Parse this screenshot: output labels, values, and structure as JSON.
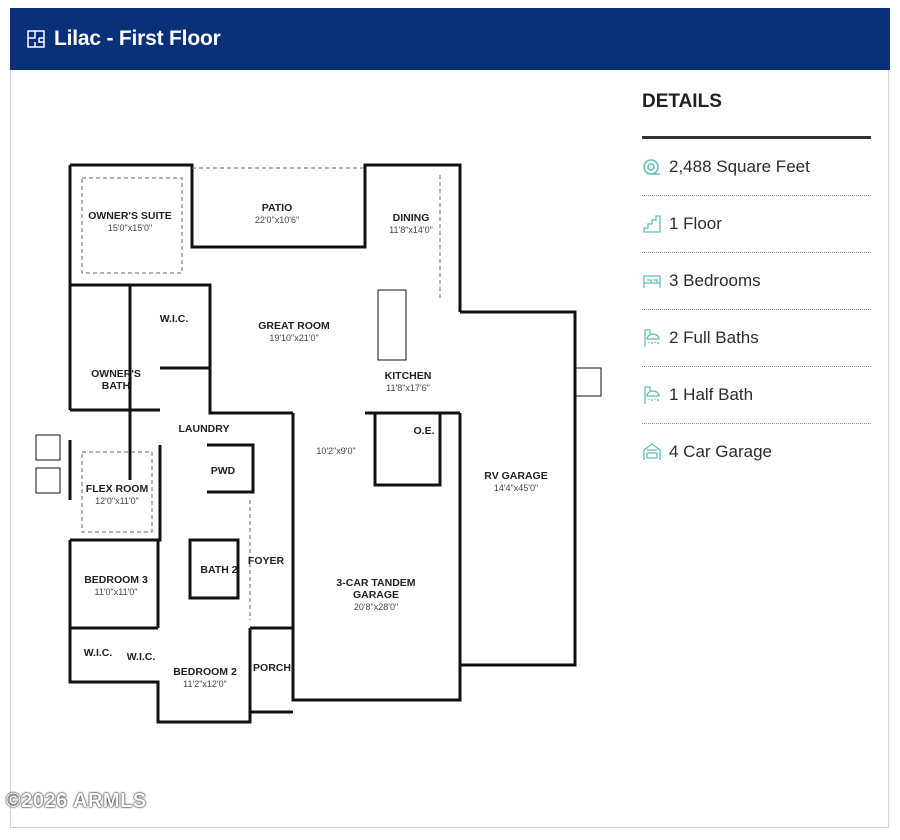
{
  "header": {
    "title": "Lilac - First Floor",
    "icon": "floorplan-icon",
    "background": "#0a3079"
  },
  "details": {
    "title": "DETAILS",
    "accent": "#5fbfb6",
    "items": [
      {
        "icon": "square-feet-icon",
        "label": "2,488 Square Feet"
      },
      {
        "icon": "stairs-icon",
        "label": "1 Floor"
      },
      {
        "icon": "bed-icon",
        "label": "3 Bedrooms"
      },
      {
        "icon": "shower-icon",
        "label": "2 Full Baths"
      },
      {
        "icon": "shower-icon",
        "label": "1 Half Bath"
      },
      {
        "icon": "car-garage-icon",
        "label": "4 Car Garage"
      }
    ]
  },
  "floorplan": {
    "rooms": [
      {
        "name": "OWNER'S SUITE",
        "dims": "15'0\"x15'0\""
      },
      {
        "name": "PATIO",
        "dims": "22'0\"x10'6\""
      },
      {
        "name": "DINING",
        "dims": "11'8\"x14'0\""
      },
      {
        "name": "W.I.C.",
        "dims": ""
      },
      {
        "name": "GREAT ROOM",
        "dims": "19'10\"x21'0\""
      },
      {
        "name": "OWNER'S BATH",
        "dims": ""
      },
      {
        "name": "KITCHEN",
        "dims": "11'8\"x17'6\""
      },
      {
        "name": "LAUNDRY",
        "dims": ""
      },
      {
        "name": "O.E.",
        "dims": ""
      },
      {
        "name": "PWD",
        "dims": ""
      },
      {
        "name": "FLEX ROOM",
        "dims": "12'0\"x11'0\""
      },
      {
        "name": "",
        "dims": "10'2\"x9'0\""
      },
      {
        "name": "RV GARAGE",
        "dims": "14'4\"x45'0\""
      },
      {
        "name": "FOYER",
        "dims": ""
      },
      {
        "name": "BATH 2",
        "dims": ""
      },
      {
        "name": "BEDROOM 3",
        "dims": "11'0\"x11'0\""
      },
      {
        "name": "3-CAR TANDEM GARAGE",
        "dims": "20'8\"x28'0\""
      },
      {
        "name": "W.I.C.",
        "dims": ""
      },
      {
        "name": "W.I.C.",
        "dims": ""
      },
      {
        "name": "BEDROOM 2",
        "dims": "11'2\"x12'0\""
      },
      {
        "name": "PORCH",
        "dims": ""
      }
    ]
  },
  "watermark": "©2026 ARMLS"
}
